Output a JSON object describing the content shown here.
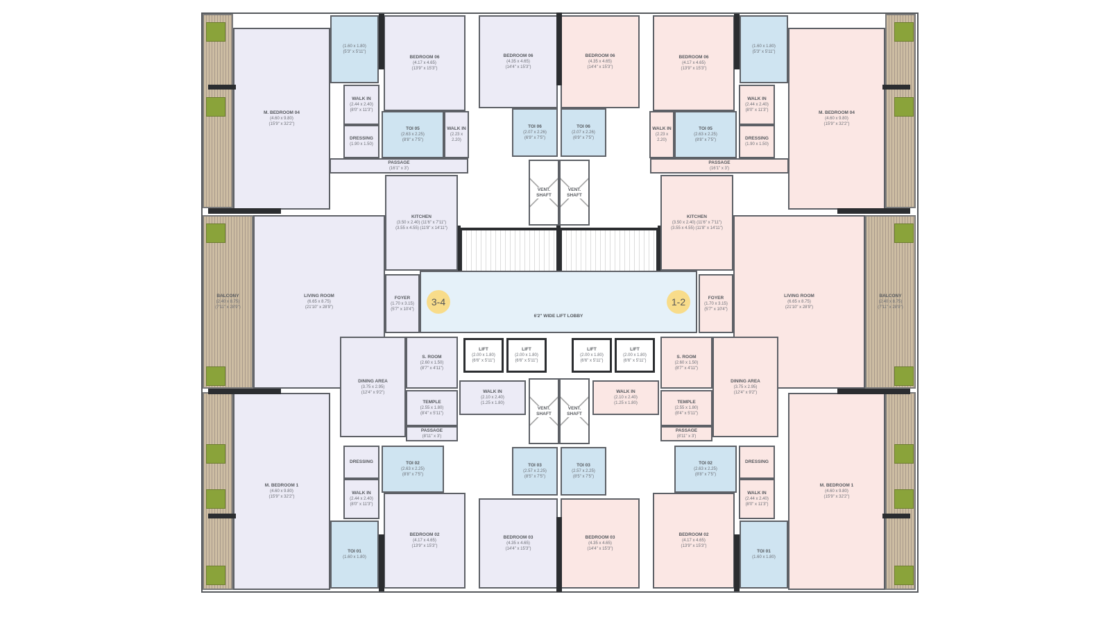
{
  "lobby": {
    "label": "6'2\" WIDE LIFT LOBBY"
  },
  "badges": {
    "left": "3-4",
    "right": "1-2"
  },
  "colors": {
    "units_3_4": "#ecebf6",
    "units_1_2": "#fbe7e4",
    "toilet": "#cfe4f1",
    "lobby": "#e5f1f9",
    "badge": "#f8dc8a",
    "planter": "#8aa33a",
    "wall": "#2b2d30"
  },
  "left_rooms": [
    {
      "id": "balcony-strip-top",
      "name": "",
      "a": "",
      "b": ""
    },
    {
      "id": "m-bedroom-04",
      "name": "M. BEDROOM 04",
      "a": "(4.60 x 9.80)",
      "b": "(15'9\" x 32'2\")"
    },
    {
      "id": "toilet-m-04",
      "name": "",
      "a": "(1.60 x 1.80)",
      "b": "(5'3\" x 5'11\")"
    },
    {
      "id": "walk-in-04",
      "name": "WALK IN",
      "a": "(2.44 x 2.40)",
      "b": "(8'0\" x 11'3\")"
    },
    {
      "id": "dressing-04",
      "name": "DRESSING",
      "a": "(1.90 x 1.50)",
      "b": ""
    },
    {
      "id": "bedroom-06a",
      "name": "BEDROOM 06",
      "a": "(4.17 x 4.65)",
      "b": "(13'9\" x 15'3\")"
    },
    {
      "id": "toi-05",
      "name": "TOI 05",
      "a": "(2.63 x 2.25)",
      "b": "(8'8\" x 7'5\")"
    },
    {
      "id": "walk-in-06a",
      "name": "WALK IN",
      "a": "(2.23 x 2.20)",
      "b": ""
    },
    {
      "id": "bedroom-06b",
      "name": "BEDROOM 06",
      "a": "(4.35 x 4.65)",
      "b": "(14'4\" x 15'3\")"
    },
    {
      "id": "toi-06",
      "name": "TOI 06",
      "a": "(2.07 x 2.26)",
      "b": "(6'9\" x 7'5\")"
    },
    {
      "id": "passage-top",
      "name": "PASSAGE",
      "a": "(16'1\" x 3')",
      "b": ""
    },
    {
      "id": "kitchen",
      "name": "KITCHEN",
      "a": "(3.50 x 2.40) (11'6\" x 7'11\")",
      "b": "(3.55 x 4.55) (11'8\" x 14'11\")"
    },
    {
      "id": "vent-shaft-top",
      "name": "VENT. SHAFT",
      "a": "",
      "b": ""
    },
    {
      "id": "staircase",
      "name": "",
      "a": "",
      "b": ""
    },
    {
      "id": "living-room",
      "name": "LIVING ROOM",
      "a": "(6.65 x 8.75)",
      "b": "(21'10\" x 28'9\")"
    },
    {
      "id": "balcony",
      "name": "BALCONY",
      "a": "(2.40 x 8.75)",
      "b": "(7'11\" x 28'9\")"
    },
    {
      "id": "foyer",
      "name": "FOYER",
      "a": "(1.70 x 3.15)",
      "b": "(5'7\" x 10'4\")"
    },
    {
      "id": "lift-a",
      "name": "LIFT",
      "a": "(2.00 x 1.80)",
      "b": "(6'6\" x 5'11\")"
    },
    {
      "id": "lift-b",
      "name": "LIFT",
      "a": "(2.00 x 1.80)",
      "b": "(6'6\" x 5'11\")"
    },
    {
      "id": "s-room",
      "name": "S. ROOM",
      "a": "(2.60 x 1.50)",
      "b": "(8'7\" x 4'11\")"
    },
    {
      "id": "dining-area",
      "name": "DINING AREA",
      "a": "(3.75 x 2.95)",
      "b": "(12'4\" x 9'2\")"
    },
    {
      "id": "temple",
      "name": "TEMPLE",
      "a": "(2.55 x 1.80)",
      "b": "(8'4\" x 5'11\")"
    },
    {
      "id": "walk-in-lobby",
      "name": "WALK IN",
      "a": "(2.10 x 2.40)",
      "b": "(1.25 x 1.80)"
    },
    {
      "id": "passage-bottom",
      "name": "PASSAGE",
      "a": "(8'11\" x 3')",
      "b": ""
    },
    {
      "id": "vent-shaft-bottom",
      "name": "VENT. SHAFT",
      "a": "",
      "b": ""
    },
    {
      "id": "m-bedroom-1",
      "name": "M. BEDROOM 1",
      "a": "(4.60 x 9.80)",
      "b": "(15'9\" x 32'2\")"
    },
    {
      "id": "toi-01",
      "name": "TOI 01",
      "a": "(1.60 x 1.80)",
      "b": ""
    },
    {
      "id": "walk-in-01",
      "name": "WALK IN",
      "a": "(2.44 x 2.40)",
      "b": "(8'0\" x 11'3\")"
    },
    {
      "id": "dressing-01",
      "name": "DRESSING",
      "a": "",
      "b": ""
    },
    {
      "id": "bedroom-02",
      "name": "BEDROOM 02",
      "a": "(4.17 x 4.65)",
      "b": "(13'9\" x 15'3\")"
    },
    {
      "id": "toi-02",
      "name": "TOI 02",
      "a": "(2.63 x 2.25)",
      "b": "(8'8\" x 7'5\")"
    },
    {
      "id": "bedroom-03",
      "name": "BEDROOM 03",
      "a": "(4.35 x 4.65)",
      "b": "(14'4\" x 15'3\")"
    },
    {
      "id": "toi-03",
      "name": "TOI 03",
      "a": "(2.57 x 2.25)",
      "b": "(8'5\" x 7'5\")"
    },
    {
      "id": "balcony-strip-bottom",
      "name": "",
      "a": "",
      "b": ""
    }
  ],
  "right_rooms": [
    {
      "id": "balcony-strip-top",
      "name": "",
      "a": "",
      "b": ""
    },
    {
      "id": "m-bedroom-04",
      "name": "M. BEDROOM 04",
      "a": "(4.60 x 9.80)",
      "b": "(15'9\" x 32'2\")"
    },
    {
      "id": "toilet-m-04",
      "name": "",
      "a": "(1.60 x 1.80)",
      "b": "(5'3\" x 5'11\")"
    },
    {
      "id": "walk-in-04",
      "name": "WALK IN",
      "a": "(2.44 x 2.40)",
      "b": "(8'0\" x 11'3\")"
    },
    {
      "id": "dressing-04",
      "name": "DRESSING",
      "a": "(1.90 x 1.50)",
      "b": ""
    },
    {
      "id": "bedroom-06a",
      "name": "BEDROOM 06",
      "a": "(4.17 x 4.65)",
      "b": "(13'9\" x 15'3\")"
    },
    {
      "id": "toi-05",
      "name": "TOI 05",
      "a": "(2.63 x 2.25)",
      "b": "(8'8\" x 7'5\")"
    },
    {
      "id": "walk-in-06a",
      "name": "WALK IN",
      "a": "(2.23 x 2.20)",
      "b": ""
    },
    {
      "id": "bedroom-06b",
      "name": "BEDROOM 06",
      "a": "(4.35 x 4.65)",
      "b": "(14'4\" x 15'3\")"
    },
    {
      "id": "toi-06",
      "name": "TOI 06",
      "a": "(2.07 x 2.26)",
      "b": "(6'9\" x 7'5\")"
    },
    {
      "id": "passage-top",
      "name": "PASSAGE",
      "a": "(16'1\" x 3')",
      "b": ""
    },
    {
      "id": "kitchen",
      "name": "KITCHEN",
      "a": "(3.50 x 2.40) (11'6\" x 7'11\")",
      "b": "(3.55 x 4.55) (11'8\" x 14'11\")"
    },
    {
      "id": "vent-shaft-top",
      "name": "VENT. SHAFT",
      "a": "",
      "b": ""
    },
    {
      "id": "staircase",
      "name": "",
      "a": "",
      "b": ""
    },
    {
      "id": "living-room",
      "name": "LIVING ROOM",
      "a": "(6.65 x 8.75)",
      "b": "(21'10\" x 28'9\")"
    },
    {
      "id": "balcony",
      "name": "BALCONY",
      "a": "(2.40 x 8.75)",
      "b": "(7'11\" x 28'9\")"
    },
    {
      "id": "foyer",
      "name": "FOYER",
      "a": "(1.70 x 3.15)",
      "b": "(5'7\" x 10'4\")"
    },
    {
      "id": "lift-a",
      "name": "LIFT",
      "a": "(2.00 x 1.80)",
      "b": "(6'6\" x 5'11\")"
    },
    {
      "id": "lift-b",
      "name": "LIFT",
      "a": "(2.00 x 1.80)",
      "b": "(6'6\" x 5'11\")"
    },
    {
      "id": "s-room",
      "name": "S. ROOM",
      "a": "(2.60 x 1.50)",
      "b": "(8'7\" x 4'11\")"
    },
    {
      "id": "dining-area",
      "name": "DINING AREA",
      "a": "(3.75 x 2.95)",
      "b": "(12'4\" x 9'2\")"
    },
    {
      "id": "temple",
      "name": "TEMPLE",
      "a": "(2.55 x 1.80)",
      "b": "(8'4\" x 5'11\")"
    },
    {
      "id": "walk-in-lobby",
      "name": "WALK IN",
      "a": "(2.10 x 2.40)",
      "b": "(1.25 x 1.80)"
    },
    {
      "id": "passage-bottom",
      "name": "PASSAGE",
      "a": "(8'11\" x 3')",
      "b": ""
    },
    {
      "id": "vent-shaft-bottom",
      "name": "VENT. SHAFT",
      "a": "",
      "b": ""
    },
    {
      "id": "m-bedroom-1",
      "name": "M. BEDROOM 1",
      "a": "(4.60 x 9.80)",
      "b": "(15'9\" x 32'2\")"
    },
    {
      "id": "toi-01",
      "name": "TOI 01",
      "a": "(1.60 x 1.80)",
      "b": ""
    },
    {
      "id": "walk-in-01",
      "name": "WALK IN",
      "a": "(2.44 x 2.40)",
      "b": "(8'0\" x 11'3\")"
    },
    {
      "id": "dressing-01",
      "name": "DRESSING",
      "a": "",
      "b": ""
    },
    {
      "id": "bedroom-02",
      "name": "BEDROOM 02",
      "a": "(4.17 x 4.65)",
      "b": "(13'9\" x 15'3\")"
    },
    {
      "id": "toi-02",
      "name": "TOI 02",
      "a": "(2.63 x 2.25)",
      "b": "(8'8\" x 7'5\")"
    },
    {
      "id": "bedroom-03",
      "name": "BEDROOM 03",
      "a": "(4.35 x 4.65)",
      "b": "(14'4\" x 15'3\")"
    },
    {
      "id": "toi-03",
      "name": "TOI 03",
      "a": "(2.57 x 2.25)",
      "b": "(8'5\" x 7'5\")"
    },
    {
      "id": "balcony-strip-bottom",
      "name": "",
      "a": "",
      "b": ""
    }
  ]
}
